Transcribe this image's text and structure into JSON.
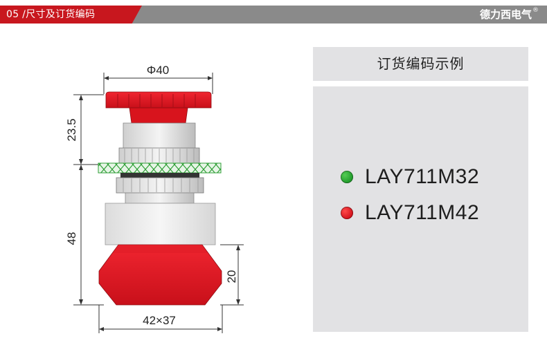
{
  "header": {
    "title": "05 /尺寸及订货编码",
    "brand": "德力西电气",
    "brand_mark": "®"
  },
  "dimensions": {
    "top_width": "Φ40",
    "head_height": "23.5",
    "body_height": "48",
    "lower_height": "20",
    "base_size": "42×37"
  },
  "order_panel": {
    "title": "订货编码示例",
    "models": [
      {
        "code": "LAY711M32",
        "color": "#2e9e35"
      },
      {
        "code": "LAY711M42",
        "color": "#d3121c"
      }
    ]
  },
  "colors": {
    "accent_red": "#c8171e",
    "header_gray": "#8a8a8a",
    "panel_bg": "#e2e2e4",
    "mount_green": "#2e9e35"
  }
}
